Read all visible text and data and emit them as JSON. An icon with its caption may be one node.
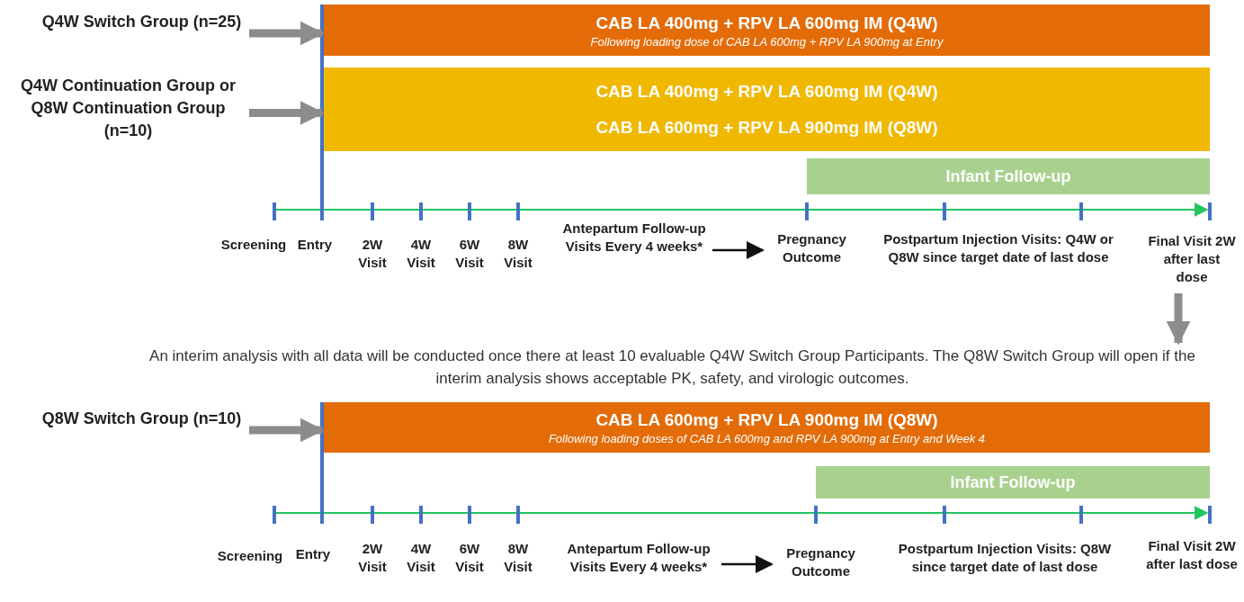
{
  "diagram": {
    "nodes": [
      {
        "text": [
          "Q4W Switch Group (n=25)"
        ]
      },
      {
        "text": [
          "CAB LA 400mg + RPV LA 600mg IM (Q4W)",
          "Following loading dose of CAB LA 600mg + RPV LA 900mg  at Entry"
        ]
      },
      {
        "text": [
          "Q4W Continuation Group or Q8W Continuation Group (n=10)"
        ]
      },
      {
        "text": [
          "CAB LA 400mg + RPV LA 600mg IM (Q4W)",
          "CAB LA 600mg + RPV LA 900mg IM (Q8W)"
        ]
      },
      {
        "text": [
          "Infant Follow-up"
        ]
      },
      {
        "text": [
          "Antepartum Follow-up Visits Every 4 weeks*"
        ]
      },
      {
        "text": [
          "Pregnancy Outcome"
        ]
      },
      {
        "text": [
          "Final Visit 2W after last dose"
        ]
      },
      {
        "text": [
          "An interim analysis with all data will be conducted once there at least 10 evaluable Q4W Switch Group Participants. The Q8W Switch Group will open if the interim analysis shows acceptable PK, safety, and virologic outcomes."
        ]
      },
      {
        "text": [
          "Q8W Switch Group (n=10)"
        ]
      },
      {
        "text": [
          "CAB LA 600mg + RPV LA 900mg IM (Q8W)",
          "Following loading doses  of CAB LA 600mg and RPV LA 900mg at Entry and Week 4"
        ]
      },
      {
        "text": [
          "Infant Follow-up"
        ]
      },
      {
        "text": [
          "Antepartum Follow-up Visits Every 4 weeks*"
        ]
      },
      {
        "text": [
          "Pregnancy Outcome"
        ]
      },
      {
        "text": [
          "Final Visit 2W after last dose"
        ]
      }
    ],
    "edges": [
      {
        "from": 0,
        "to": 1,
        "arrow": "to"
      },
      {
        "from": 2,
        "to": 3,
        "arrow": "to"
      },
      {
        "from": 5,
        "to": 6,
        "arrow": "to",
        "color": "#111111"
      },
      {
        "from": 7,
        "to": 8,
        "arrow": "to"
      },
      {
        "from": 9,
        "to": 10,
        "arrow": "to"
      },
      {
        "from": 12,
        "to": 13,
        "arrow": "to",
        "color": "#111111"
      }
    ],
    "labels": [
      "Screening",
      "Entry",
      "2W Visit",
      "4W Visit",
      "6W Visit",
      "8W Visit",
      "Postpartum Injection Visits: Q4W or Q8W since target date of last dose",
      "Screening",
      "Entry",
      "2W Visit",
      "4W Visit",
      "6W Visit",
      "8W Visit",
      "Postpartum Injection Visits: Q8W since target date of last dose"
    ]
  }
}
